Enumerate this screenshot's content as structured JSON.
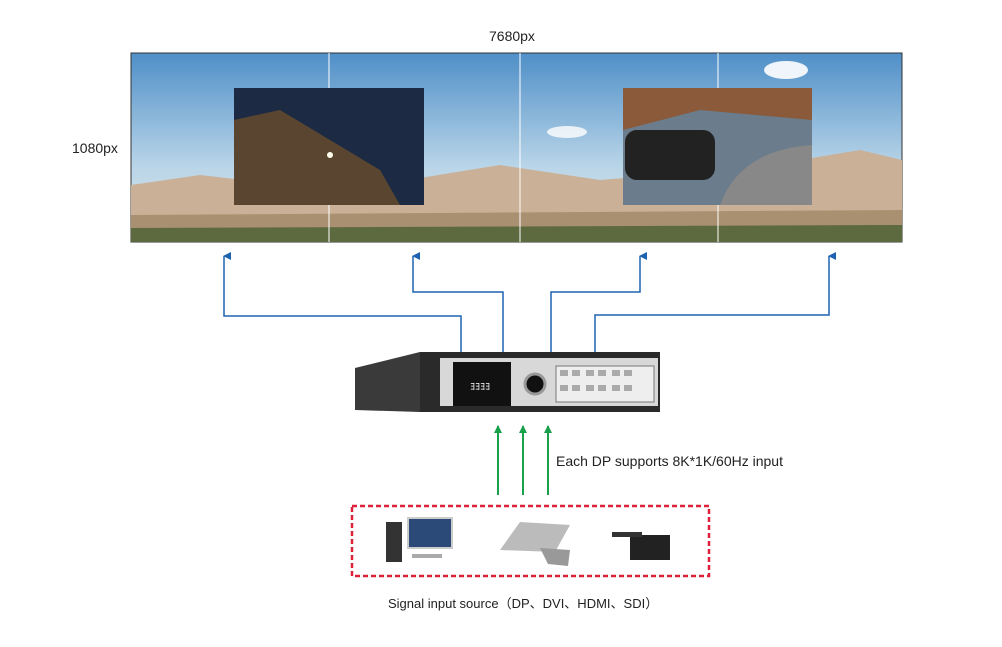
{
  "screen": {
    "width_label": "7680px",
    "height_label": "1080px"
  },
  "device": {
    "display_text": "ﾖﾖﾖﾖ"
  },
  "input_note": "Each DP supports 8K*1K/60Hz input",
  "sources": {
    "caption": "Signal input source（DP、DVI、HDMI、SDI）",
    "items": [
      "desktop-computer",
      "laptop",
      "camcorder"
    ]
  },
  "colors": {
    "output_arrow": "#1d63b0",
    "input_arrow": "#18a04a",
    "source_box": "#e0203a"
  }
}
